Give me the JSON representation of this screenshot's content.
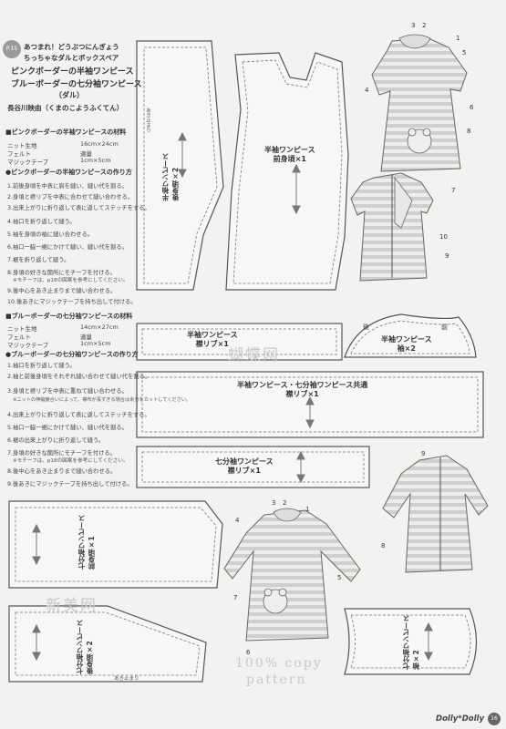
{
  "header": {
    "page_badge": "P.15",
    "line1": "あつまれ！どうぶつにんぎょう",
    "line2": "ちっちゃなダルとボックスペア",
    "line3": "ピンクボーダーの半袖ワンピース",
    "line4": "ブルーボーダーの七分袖ワンピース",
    "line5": "（ダル）",
    "author": "長谷川映由（くまのこようふくてん）"
  },
  "pink": {
    "materials_title": "■ピンクボーダーの半袖ワンピースの材料",
    "materials": [
      {
        "name": "ニット生地",
        "qty": "16cm×24cm"
      },
      {
        "name": "フェルト",
        "qty": "適量"
      },
      {
        "name": "マジックテープ",
        "qty": "1cm×5cm"
      }
    ],
    "steps_title": "●ピンクボーダーの半袖ワンピースの作り方",
    "steps": [
      "1.前後身頃を中表に肩を縫い、縫い代を割る。",
      "2.身頃と襟リブを中表に合わせて縫い合わせる。",
      "3.出来上がりに折り返して表に返してステッチをする。",
      "4.袖口を折り返して縫う。",
      "5.袖を身頃の袖に縫い合わせる。",
      "6.袖口一脇一裾にかけて縫い、縫い代を割る。",
      "7.裾を折り返して縫う。",
      "8.身頃の好きな箇所にモチーフを付ける。",
      "※モチーフは、p18の図案を参考にしてください。",
      "9.後中心をあき止まりまで縫い合わせる。",
      "10.後あきにマジックテープを持ち出して付ける。"
    ]
  },
  "blue": {
    "materials_title": "■ブルーボーダーの七分袖ワンピースの材料",
    "materials": [
      {
        "name": "ニット生地",
        "qty": "14cm×27cm"
      },
      {
        "name": "フェルト",
        "qty": "適量"
      },
      {
        "name": "マジックテープ",
        "qty": "1cm×5cm"
      }
    ],
    "steps_title": "●ブルーボーダーの七分袖ワンピースの作り方",
    "steps": [
      "1.袖口を折り返して縫う。",
      "2.袖と前後身頃をそれぞれ縫い合わせて縫い代を割る。",
      "3.身頃と襟リブを中表に重ねて縫い合わせる。",
      "※ニットの伸縮度合いによって、襟布が長すぎる場合は余分をカットしてください。",
      "4.出来上がりに折り返して表に返してステッチをする。",
      "5.袖口一脇一裾にかけて縫い、縫い代を割る。",
      "6.裾の出来上がりに折り返して縫う。",
      "7.身頃の好きな箇所にモチーフを付ける。",
      "※モチーフは、p18の図案を参考にしてください。",
      "8.後中心をあき止まりまで縫い合わせる。",
      "9.後あきにマジックテープを持ち出して付ける。"
    ]
  },
  "pieces": {
    "back_short": "半袖ワンピース\n後身頃×2",
    "front_short": "半袖ワンピース\n前身頃×1",
    "collar_short": "半袖ワンピース\n襟リブ×1",
    "sleeve_short": "半袖ワンピース\n袖×2",
    "collar_common": "半袖ワンピース・七分袖ワンピース共通\n襟リブ×1",
    "collar_34": "七分袖ワンピース\n襟リブ×1",
    "front_34": "七分袖ワンピース\n前身頃×1",
    "back_34": "七分袖ワンピース\n後身頃×2",
    "sleeve_34": "七分袖ワンピース\n袖×2"
  },
  "marks": {
    "back_label": "後",
    "front_label": "前",
    "opening_stop_1": "あき止まり",
    "opening_stop_2": "あき止まり"
  },
  "callouts_top": [
    "3",
    "2",
    "1",
    "5",
    "4",
    "6",
    "8",
    "7"
  ],
  "callouts_back": [
    "10",
    "9"
  ],
  "callouts_bottom": [
    "3",
    "2",
    "1",
    "4",
    "5",
    "7",
    "6"
  ],
  "callouts_bottom_back": [
    "9",
    "8"
  ],
  "watermarks": {
    "w1": "蝴蝶网",
    "w2": "新美网",
    "w3": "100% copy",
    "w4": "pattern"
  },
  "footer": {
    "brand": "Dolly*Dolly",
    "page": "16"
  },
  "colors": {
    "line": "#555555",
    "dash": "#777777",
    "fill": "#f5f5f3",
    "stripe": "#c9c9c9"
  }
}
